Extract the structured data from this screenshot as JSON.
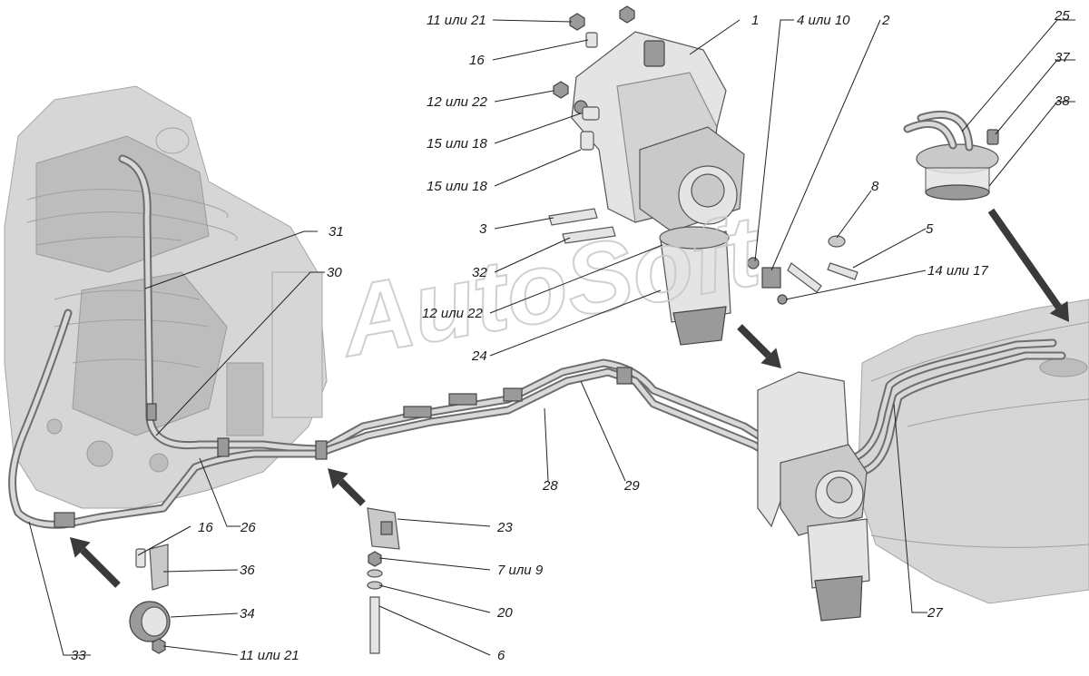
{
  "watermark": "AutoSoft",
  "labels": [
    {
      "id": "l1",
      "text": "1"
    },
    {
      "id": "l2",
      "text": "2"
    },
    {
      "id": "l3",
      "text": "3"
    },
    {
      "id": "l5",
      "text": "5"
    },
    {
      "id": "l6",
      "text": "6"
    },
    {
      "id": "l7",
      "text": "7 или 9"
    },
    {
      "id": "l8",
      "text": "8"
    },
    {
      "id": "l11a",
      "text": "11 или 21"
    },
    {
      "id": "l11b",
      "text": "11 или 21"
    },
    {
      "id": "l12a",
      "text": "12 или 22"
    },
    {
      "id": "l12b",
      "text": "12 или 22"
    },
    {
      "id": "l14",
      "text": "14 или 17"
    },
    {
      "id": "l15a",
      "text": "15 или 18"
    },
    {
      "id": "l15b",
      "text": "15 или 18"
    },
    {
      "id": "l16a",
      "text": "16"
    },
    {
      "id": "l16b",
      "text": "16"
    },
    {
      "id": "l20",
      "text": "20"
    },
    {
      "id": "l23",
      "text": "23"
    },
    {
      "id": "l24",
      "text": "24"
    },
    {
      "id": "l25",
      "text": "25"
    },
    {
      "id": "l26",
      "text": "26"
    },
    {
      "id": "l27",
      "text": "27"
    },
    {
      "id": "l28",
      "text": "28"
    },
    {
      "id": "l29",
      "text": "29"
    },
    {
      "id": "l30",
      "text": "30"
    },
    {
      "id": "l31",
      "text": "31"
    },
    {
      "id": "l32",
      "text": "32"
    },
    {
      "id": "l33",
      "text": "33"
    },
    {
      "id": "l34",
      "text": "34"
    },
    {
      "id": "l36",
      "text": "36"
    },
    {
      "id": "l37",
      "text": "37"
    },
    {
      "id": "l38",
      "text": "38"
    },
    {
      "id": "l4",
      "text": "4 или 10"
    }
  ]
}
